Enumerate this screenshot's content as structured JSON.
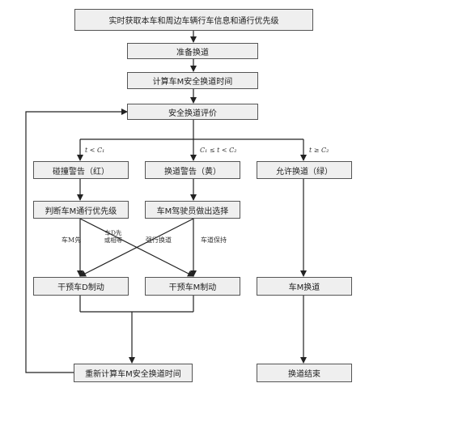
{
  "nodes": {
    "n1": "实时获取本车和周边车辆行车信息和通行优先级",
    "n2": "准备换道",
    "n3": "计算车M安全换道时间",
    "n4": "安全换道评价",
    "n5": "碰撞警告（红）",
    "n6": "换道警告（黄）",
    "n7": "允许换道（绿）",
    "n8": "判断车M通行优先级",
    "n9": "车M驾驶员做出选择",
    "n10": "干预车D制动",
    "n11": "干预车M制动",
    "n12": "车M换道",
    "n13": "重新计算车M安全换道时间",
    "n14": "换道结束"
  },
  "edge_labels": {
    "cond1": "t < C₁",
    "cond2": "C₁ ≤ t < C₂",
    "cond3": "t ≥ C₂",
    "m_first": "车M先",
    "d_first": "车D先或相等",
    "force": "强行换道",
    "keep": "车道保持"
  }
}
